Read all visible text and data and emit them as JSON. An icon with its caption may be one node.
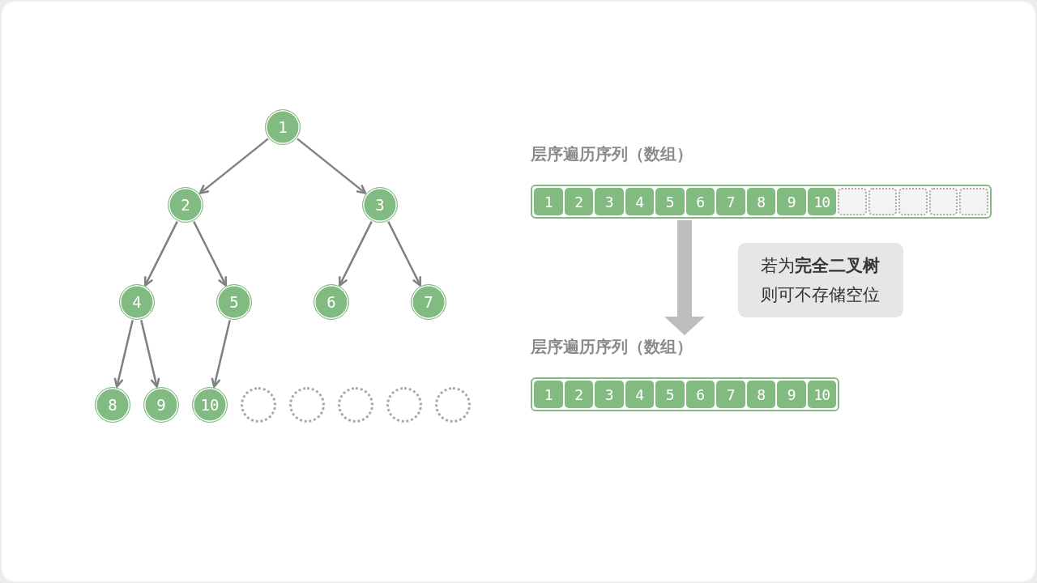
{
  "diagram": {
    "nodes": [
      {
        "text": [
          "1"
        ]
      },
      {
        "text": [
          "2"
        ]
      },
      {
        "text": [
          "3"
        ]
      },
      {
        "text": [
          "4"
        ]
      },
      {
        "text": [
          "5"
        ]
      },
      {
        "text": [
          "6"
        ]
      },
      {
        "text": [
          "7"
        ]
      },
      {
        "text": [
          "8"
        ]
      },
      {
        "text": [
          "9"
        ]
      },
      {
        "text": [
          "10"
        ]
      },
      {
        "text": [],
        "shape": "circle"
      },
      {
        "text": [],
        "shape": "circle"
      },
      {
        "text": [],
        "shape": "circle"
      },
      {
        "text": [],
        "shape": "circle"
      },
      {
        "text": [],
        "shape": "circle"
      },
      {
        "text": [
          "层序遍历序列（数组）"
        ]
      },
      {
        "text": [
          "1"
        ],
        "in": 15
      },
      {
        "text": [
          "2"
        ],
        "in": 15
      },
      {
        "text": [
          "3"
        ],
        "in": 15
      },
      {
        "text": [
          "4"
        ],
        "in": 15
      },
      {
        "text": [
          "5"
        ],
        "in": 15
      },
      {
        "text": [
          "6"
        ],
        "in": 15
      },
      {
        "text": [
          "7"
        ],
        "in": 15
      },
      {
        "text": [
          "8"
        ],
        "in": 15
      },
      {
        "text": [
          "9"
        ],
        "in": 15
      },
      {
        "text": [
          "10"
        ],
        "in": 15
      },
      {
        "text": [],
        "shape": "box",
        "in": 15
      },
      {
        "text": [],
        "shape": "box",
        "in": 15
      },
      {
        "text": [],
        "shape": "box",
        "in": 15
      },
      {
        "text": [],
        "shape": "box",
        "in": 15
      },
      {
        "text": [],
        "shape": "box",
        "in": 15
      },
      {
        "text": [
          "若为**完全二叉树**则可不存储空位"
        ]
      },
      {
        "text": [
          "层序遍历序列（数组）"
        ]
      },
      {
        "text": [
          "1"
        ],
        "in": 32
      },
      {
        "text": [
          "2"
        ],
        "in": 32
      },
      {
        "text": [
          "3"
        ],
        "in": 32
      },
      {
        "text": [
          "4"
        ],
        "in": 32
      },
      {
        "text": [
          "5"
        ],
        "in": 32
      },
      {
        "text": [
          "6"
        ],
        "in": 32
      },
      {
        "text": [
          "7"
        ],
        "in": 32
      },
      {
        "text": [
          "8"
        ],
        "in": 32
      },
      {
        "text": [
          "9"
        ],
        "in": 32
      },
      {
        "text": [
          "10"
        ],
        "in": 32
      }
    ],
    "edges": [
      {
        "from": 0,
        "to": 1,
        "arrow": "to"
      },
      {
        "from": 0,
        "to": 2,
        "arrow": "to"
      },
      {
        "from": 1,
        "to": 3,
        "arrow": "to"
      },
      {
        "from": 1,
        "to": 4,
        "arrow": "to"
      },
      {
        "from": 2,
        "to": 5,
        "arrow": "to"
      },
      {
        "from": 2,
        "to": 6,
        "arrow": "to"
      },
      {
        "from": 3,
        "to": 7,
        "arrow": "to"
      },
      {
        "from": 3,
        "to": 8,
        "arrow": "to"
      },
      {
        "from": 4,
        "to": 9,
        "arrow": "to"
      },
      {
        "from": 15,
        "to": 32,
        "arrow": "to",
        "style": "thick",
        "color": "#bdbdbd"
      }
    ]
  }
}
